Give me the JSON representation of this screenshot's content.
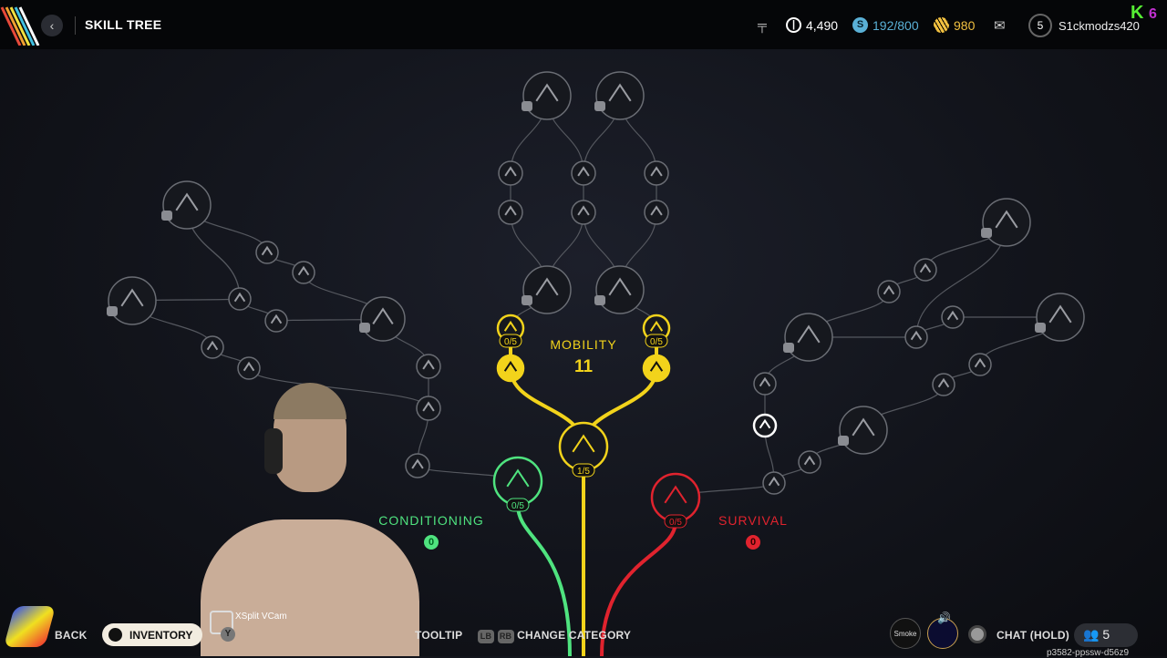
{
  "header": {
    "title": "SKILL TREE",
    "back_icon": "chevron-left-icon"
  },
  "currencies": {
    "cod_points": "4,490",
    "battle_tokens": "192/800",
    "merits": "980"
  },
  "player": {
    "level": "5",
    "name": "S1ckmodzs420"
  },
  "overlay_tag": {
    "k": "K",
    "n": "6"
  },
  "categories": {
    "mobility": {
      "label": "MOBILITY",
      "points": "11",
      "color": "#f2d31b",
      "progress": [
        "0/5",
        "0/5",
        "1/5"
      ]
    },
    "conditioning": {
      "label": "CONDITIONING",
      "points": "0",
      "color": "#4fe37f",
      "progress": "0/5"
    },
    "survival": {
      "label": "SURVIVAL",
      "points": "0",
      "color": "#e0232e",
      "progress": "0/5"
    }
  },
  "footer": {
    "back": "BACK",
    "inventory": "INVENTORY",
    "y_button": "Y",
    "tooltip": "TOOLTIP",
    "lb": "LB",
    "rb": "RB",
    "change_category": "CHANGE CATEGORY",
    "chat": "CHAT (HOLD)",
    "party_count": "5",
    "smoke": "Smoke",
    "session_id": "p3582-ppssw-d56z9",
    "vcam_label": "XSplit VCam"
  }
}
